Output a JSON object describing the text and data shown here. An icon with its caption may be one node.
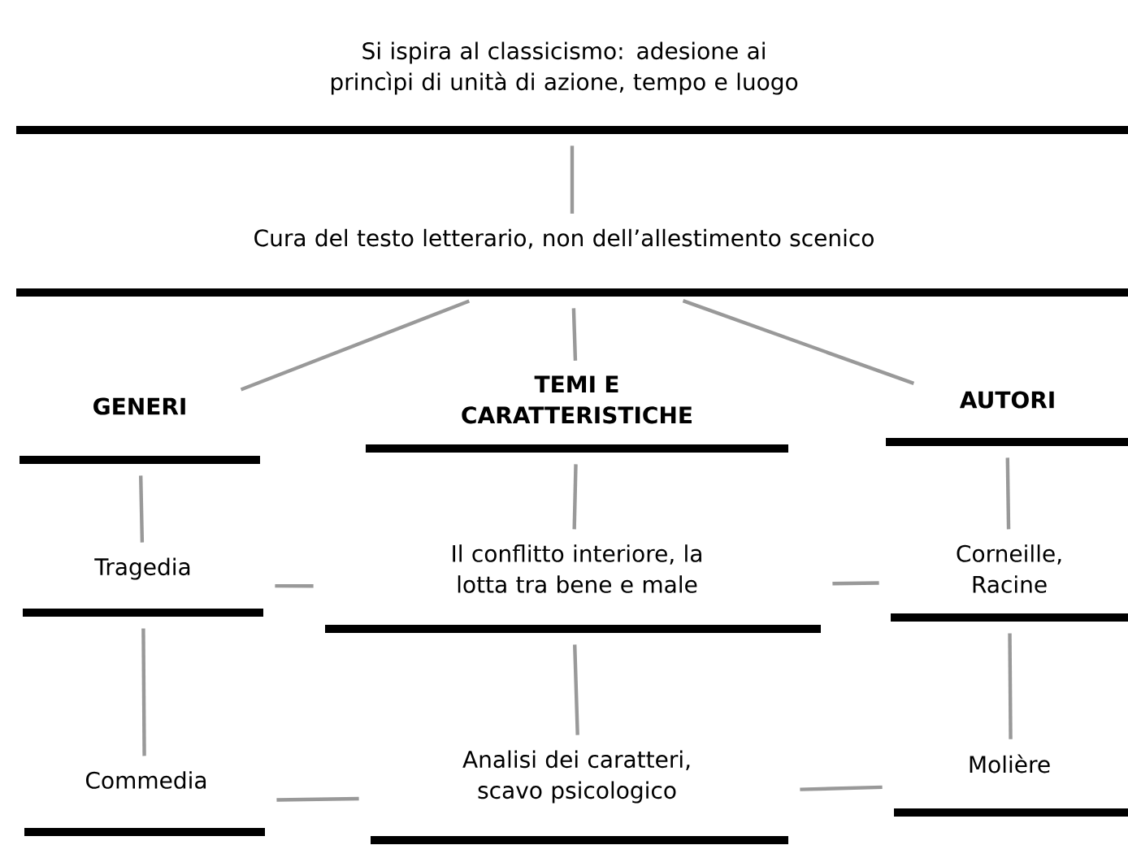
{
  "diagram": {
    "nodes": [
      {
        "text": [
          "Si ispira al classicismo: adesione ai princìpi di unità di azione, tempo e luogo"
        ]
      },
      {
        "text": [
          "Cura del testo letterario, non dell’allestimento scenico"
        ]
      },
      {
        "text": [
          "GENERI"
        ]
      },
      {
        "text": [
          "TEMI E CARATTERISTICHE"
        ]
      },
      {
        "text": [
          "AUTORI"
        ]
      },
      {
        "text": [
          "Tragedia"
        ]
      },
      {
        "text": [
          "Il conflitto interiore, la lotta tra bene e male"
        ]
      },
      {
        "text": [
          "Corneille, Racine"
        ]
      },
      {
        "text": [
          "Commedia"
        ]
      },
      {
        "text": [
          "Analisi dei caratteri, scavo psicologico"
        ]
      },
      {
        "text": [
          "Molière"
        ]
      }
    ],
    "edges": [
      {
        "from": 0,
        "to": 1,
        "arrow": "none"
      },
      {
        "from": 1,
        "to": 2,
        "arrow": "none"
      },
      {
        "from": 1,
        "to": 3,
        "arrow": "none"
      },
      {
        "from": 1,
        "to": 4,
        "arrow": "none"
      },
      {
        "from": 2,
        "to": 5,
        "arrow": "none"
      },
      {
        "from": 3,
        "to": 6,
        "arrow": "none"
      },
      {
        "from": 4,
        "to": 7,
        "arrow": "none"
      },
      {
        "from": 5,
        "to": 6,
        "arrow": "none"
      },
      {
        "from": 6,
        "to": 7,
        "arrow": "none"
      },
      {
        "from": 5,
        "to": 8,
        "arrow": "none"
      },
      {
        "from": 6,
        "to": 9,
        "arrow": "none"
      },
      {
        "from": 7,
        "to": 10,
        "arrow": "none"
      },
      {
        "from": 8,
        "to": 9,
        "arrow": "none"
      },
      {
        "from": 9,
        "to": 10,
        "arrow": "none"
      }
    ]
  }
}
